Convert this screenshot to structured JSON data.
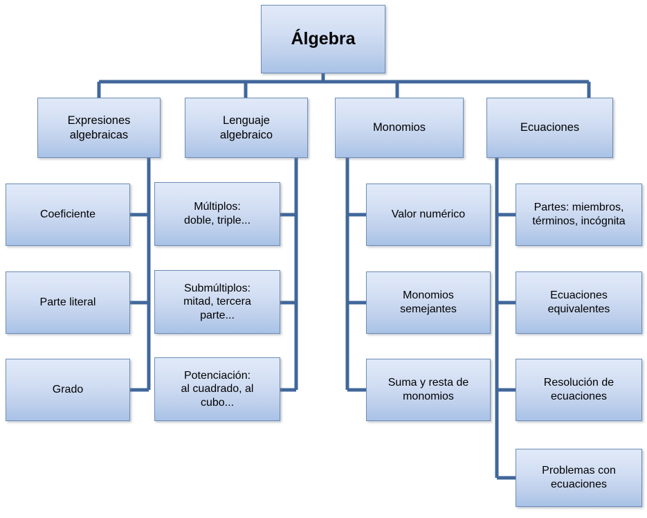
{
  "diagram": {
    "title": "Álgebra",
    "type": "organizational-tree",
    "line_color": "#40679b",
    "box_border_color": "#6d8cb4",
    "box_fill_top": "#dfe9f8",
    "box_fill_bottom": "#a9c2e7",
    "text_color": "#000000",
    "root": {
      "label": "Álgebra"
    },
    "branches": [
      {
        "label": "Expresiones\nalgebraicas",
        "children": [
          {
            "label": "Coeficiente"
          },
          {
            "label": "Parte literal"
          },
          {
            "label": "Grado"
          }
        ]
      },
      {
        "label": "Lenguaje\nalgebraico",
        "children": [
          {
            "label": "Múltiplos:\ndoble, triple..."
          },
          {
            "label": "Submúltiplos:\nmitad, tercera\nparte..."
          },
          {
            "label": "Potenciación:\nal cuadrado, al\ncubo..."
          }
        ]
      },
      {
        "label": "Monomios",
        "children": [
          {
            "label": "Valor numérico"
          },
          {
            "label": "Monomios\nsemejantes"
          },
          {
            "label": "Suma y resta de\nmonomios"
          }
        ]
      },
      {
        "label": "Ecuaciones",
        "children": [
          {
            "label": "Partes: miembros,\ntérminos, incógnita"
          },
          {
            "label": "Ecuaciones\nequivalentes"
          },
          {
            "label": "Resolución de\necuaciones"
          },
          {
            "label": "Problemas con\necuaciones"
          }
        ]
      }
    ]
  }
}
